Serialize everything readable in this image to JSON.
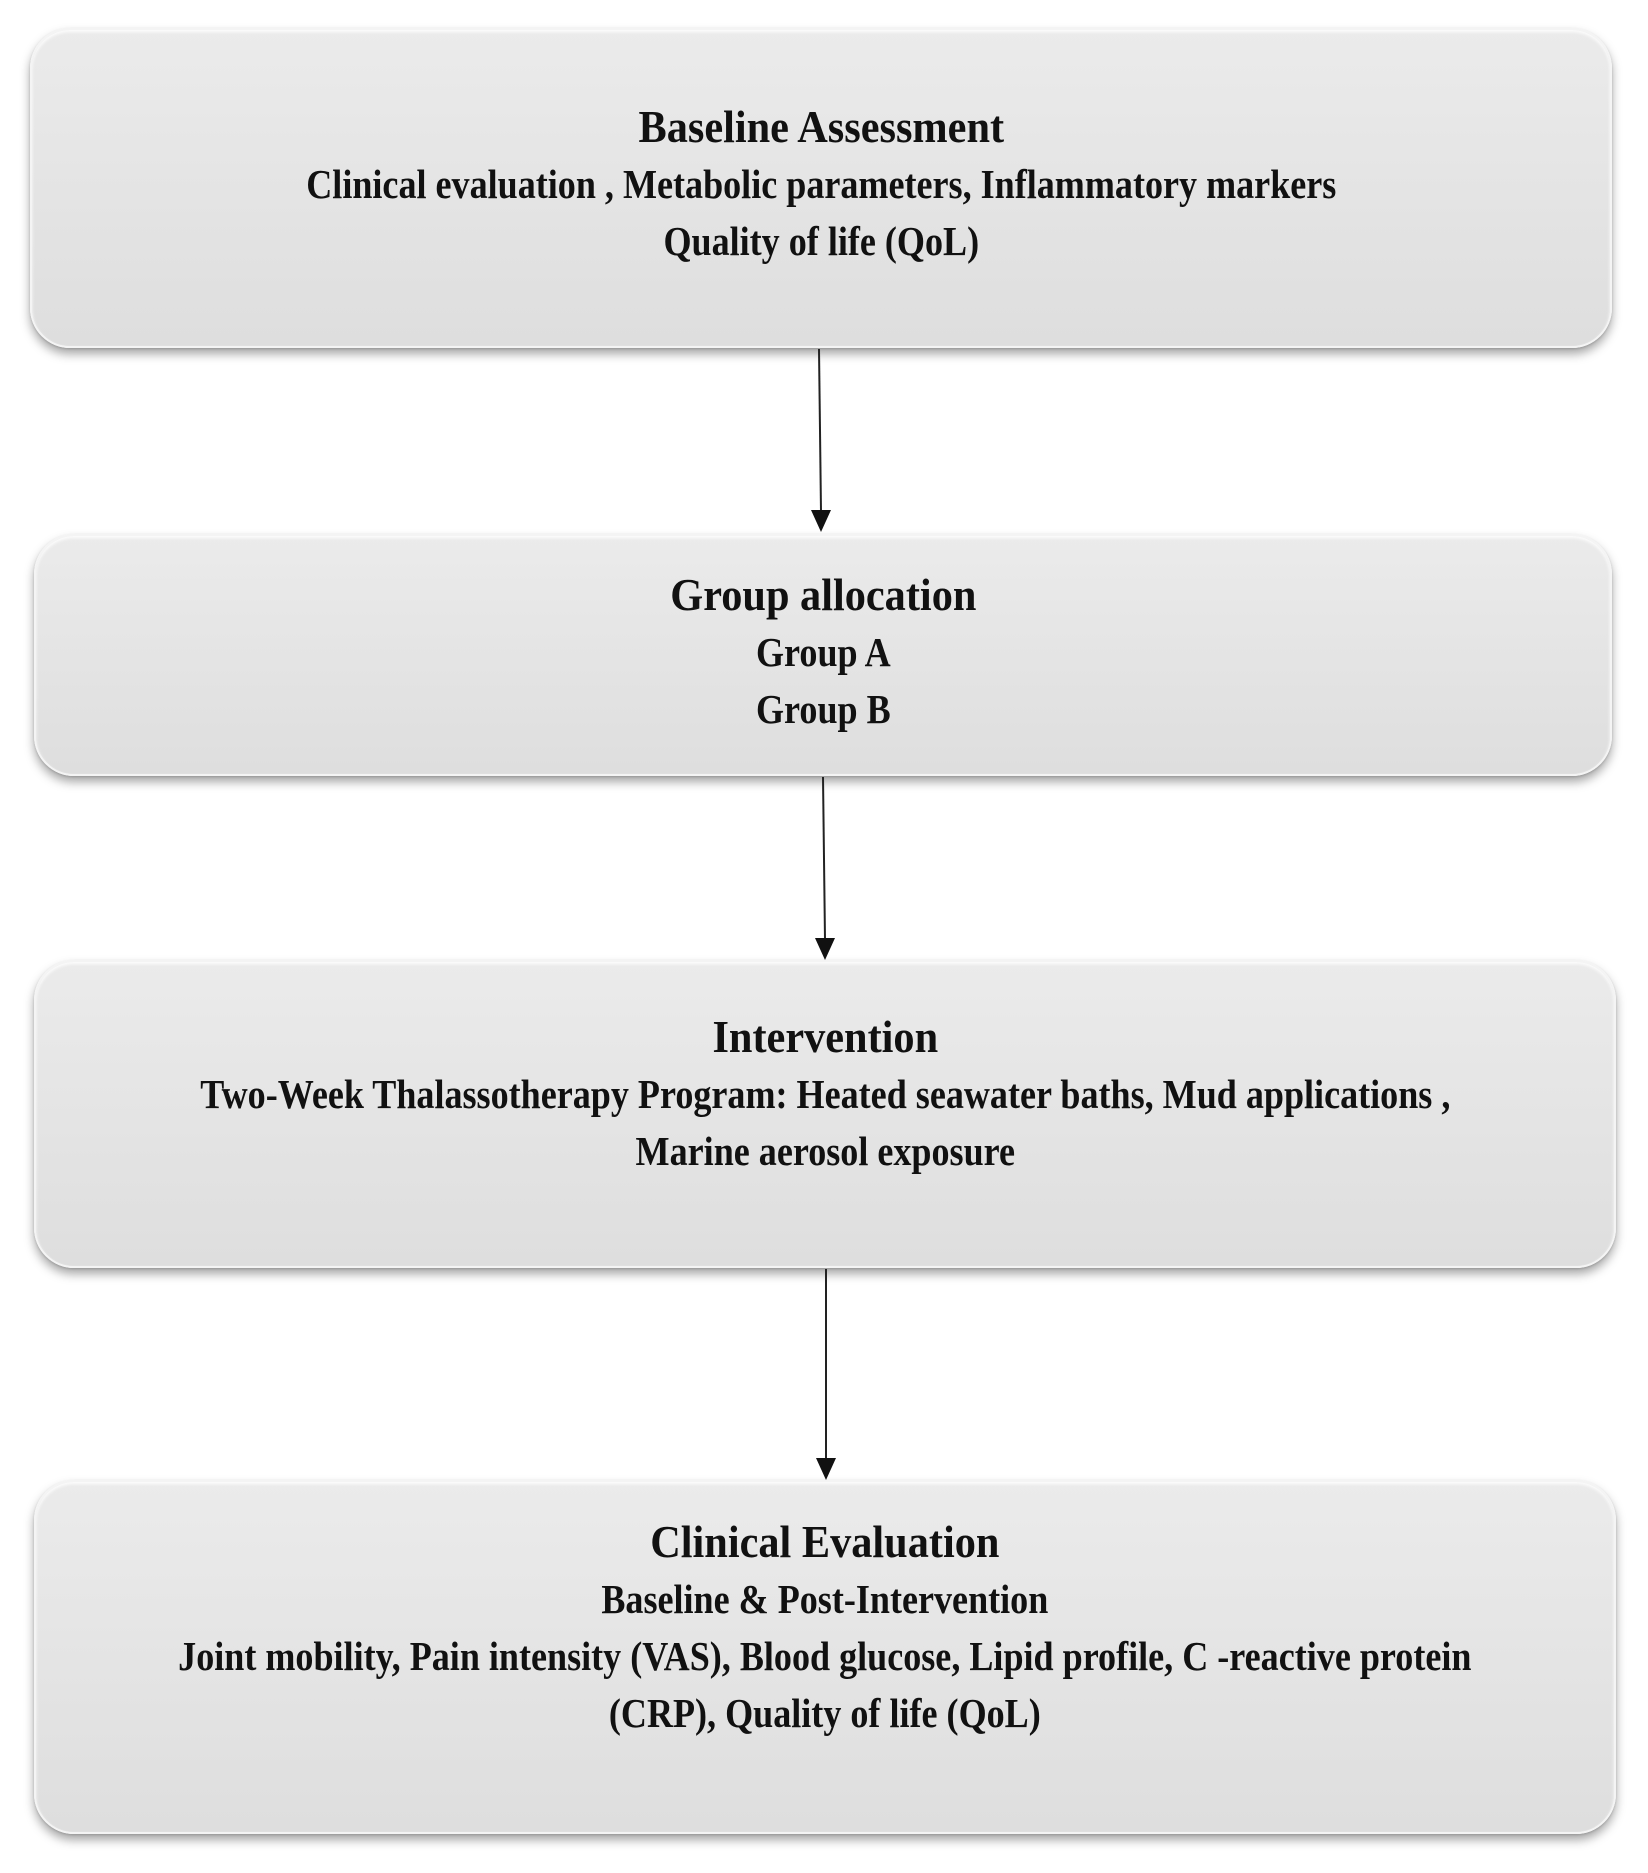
{
  "boxes": {
    "baseline": {
      "title": "Baseline Assessment",
      "lines": [
        "Clinical evaluation  , Metabolic parameters, Inflammatory markers",
        "Quality of life (QoL)"
      ]
    },
    "group": {
      "title": "Group allocation",
      "lines": [
        "Group A",
        "Group B"
      ]
    },
    "intervention": {
      "title": "Intervention",
      "lines": [
        "Two-Week Thalassotherapy Program: Heated seawater baths, Mud applications ,",
        "Marine aerosol exposure"
      ]
    },
    "clinical": {
      "title": "Clinical Evaluation",
      "lines": [
        "Baseline & Post-Intervention",
        "Joint mobility, Pain intensity (VAS), Blood glucose, Lipid profile, C  -reactive protein",
        "(CRP), Quality of life (QoL)"
      ]
    }
  },
  "colors": {
    "box_fill": "#e5e5e5",
    "text": "#111111",
    "arrow": "#222222"
  }
}
